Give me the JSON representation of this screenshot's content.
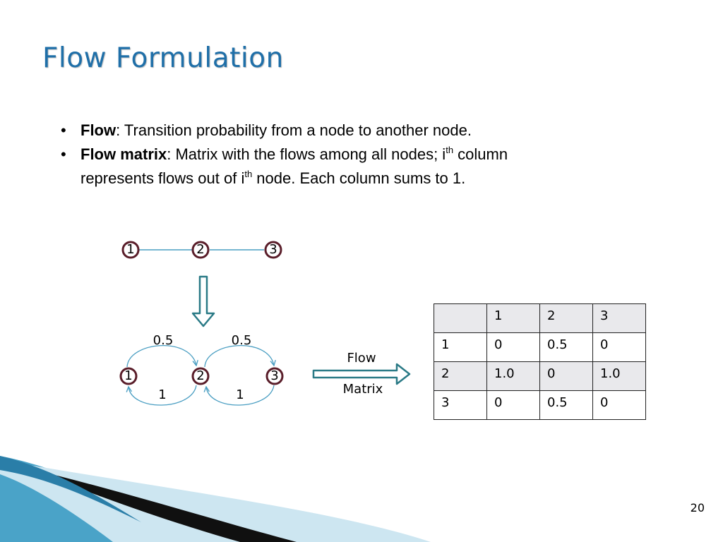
{
  "title": "Flow Formulation",
  "bullets": [
    {
      "term": "Flow",
      "text": ": Transition probability from a node to another node."
    },
    {
      "term": "Flow matrix",
      "text_1": ": Matrix with the flows among all nodes; i",
      "sup_1": "th",
      "text_2": " column represents flows out of i",
      "sup_2": "th",
      "text_3": " node. Each column sums to 1."
    }
  ],
  "graph_top": {
    "nodes": [
      "1",
      "2",
      "3"
    ]
  },
  "graph_bottom": {
    "nodes": [
      "1",
      "2",
      "3"
    ],
    "edge_labels": {
      "n1_to_n2": "0.5",
      "n2_to_n3": "0.5",
      "n2_to_n1": "1",
      "n3_to_n2": "1"
    }
  },
  "arrow_label": {
    "line1": "Flow",
    "line2": "Matrix"
  },
  "matrix": {
    "header": [
      "",
      "1",
      "2",
      "3"
    ],
    "rows": [
      [
        "1",
        "0",
        "0.5",
        "0"
      ],
      [
        "2",
        "1.0",
        "0",
        "1.0"
      ],
      [
        "3",
        "0",
        "0.5",
        "0"
      ]
    ]
  },
  "page_number": "20",
  "colors": {
    "title": "#1f6fa8",
    "node_border": "#5a1e2a",
    "edge": "#4a9ec2",
    "arrow": "#2a7a86"
  }
}
